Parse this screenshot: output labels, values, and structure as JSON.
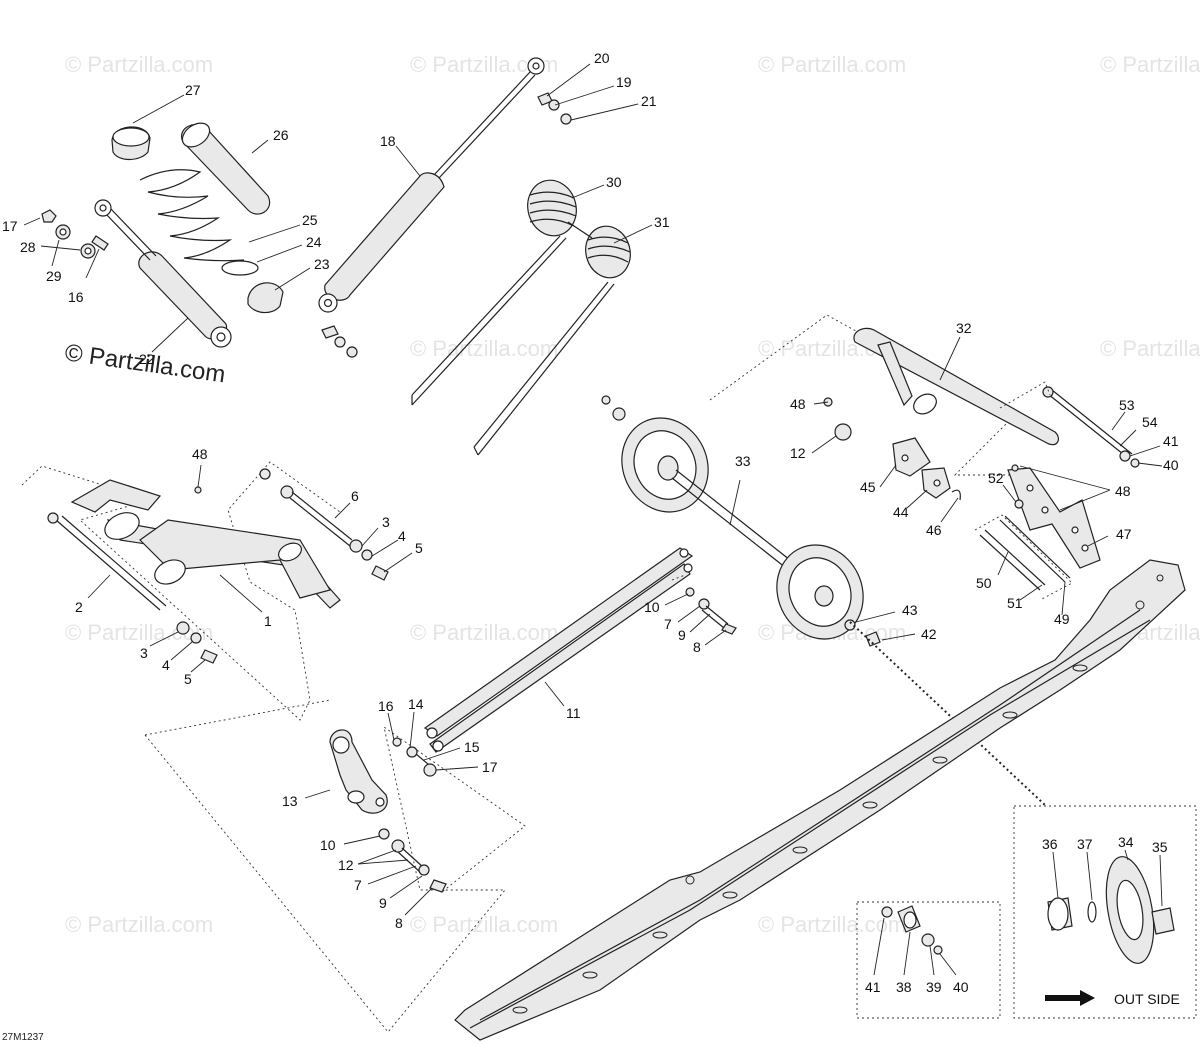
{
  "watermark": {
    "text": "© Partzilla.com",
    "main_text": "© Partzilla.com"
  },
  "drawing_code": "27M1237",
  "inset_caption": "OUT SIDE",
  "callouts": [
    {
      "id": "c27",
      "label": "27"
    },
    {
      "id": "c26",
      "label": "26"
    },
    {
      "id": "c25",
      "label": "25"
    },
    {
      "id": "c24",
      "label": "24"
    },
    {
      "id": "c23",
      "label": "23"
    },
    {
      "id": "c22",
      "label": "22"
    },
    {
      "id": "c17a",
      "label": "17"
    },
    {
      "id": "c28",
      "label": "28"
    },
    {
      "id": "c29",
      "label": "29"
    },
    {
      "id": "c16a",
      "label": "16"
    },
    {
      "id": "c18",
      "label": "18"
    },
    {
      "id": "c20",
      "label": "20"
    },
    {
      "id": "c19",
      "label": "19"
    },
    {
      "id": "c21",
      "label": "21"
    },
    {
      "id": "c30",
      "label": "30"
    },
    {
      "id": "c31",
      "label": "31"
    },
    {
      "id": "c32",
      "label": "32"
    },
    {
      "id": "c48a",
      "label": "48"
    },
    {
      "id": "c12a",
      "label": "12"
    },
    {
      "id": "c45",
      "label": "45"
    },
    {
      "id": "c44",
      "label": "44"
    },
    {
      "id": "c46",
      "label": "46"
    },
    {
      "id": "c53",
      "label": "53"
    },
    {
      "id": "c54",
      "label": "54"
    },
    {
      "id": "c41a",
      "label": "41"
    },
    {
      "id": "c40a",
      "label": "40"
    },
    {
      "id": "c52",
      "label": "52"
    },
    {
      "id": "c48b",
      "label": "48"
    },
    {
      "id": "c47",
      "label": "47"
    },
    {
      "id": "c50",
      "label": "50"
    },
    {
      "id": "c51",
      "label": "51"
    },
    {
      "id": "c49",
      "label": "49"
    },
    {
      "id": "c33",
      "label": "33"
    },
    {
      "id": "c43",
      "label": "43"
    },
    {
      "id": "c42",
      "label": "42"
    },
    {
      "id": "c48c",
      "label": "48"
    },
    {
      "id": "c6",
      "label": "6"
    },
    {
      "id": "c3a",
      "label": "3"
    },
    {
      "id": "c4a",
      "label": "4"
    },
    {
      "id": "c5a",
      "label": "5"
    },
    {
      "id": "c2",
      "label": "2"
    },
    {
      "id": "c1",
      "label": "1"
    },
    {
      "id": "c3b",
      "label": "3"
    },
    {
      "id": "c4b",
      "label": "4"
    },
    {
      "id": "c5b",
      "label": "5"
    },
    {
      "id": "c10a",
      "label": "10"
    },
    {
      "id": "c7a",
      "label": "7"
    },
    {
      "id": "c9a",
      "label": "9"
    },
    {
      "id": "c8a",
      "label": "8"
    },
    {
      "id": "c11",
      "label": "11"
    },
    {
      "id": "c16b",
      "label": "16"
    },
    {
      "id": "c14",
      "label": "14"
    },
    {
      "id": "c15",
      "label": "15"
    },
    {
      "id": "c17b",
      "label": "17"
    },
    {
      "id": "c13",
      "label": "13"
    },
    {
      "id": "c10b",
      "label": "10"
    },
    {
      "id": "c12b",
      "label": "12"
    },
    {
      "id": "c7b",
      "label": "7"
    },
    {
      "id": "c9b",
      "label": "9"
    },
    {
      "id": "c8b",
      "label": "8"
    },
    {
      "id": "c36",
      "label": "36"
    },
    {
      "id": "c37",
      "label": "37"
    },
    {
      "id": "c34",
      "label": "34"
    },
    {
      "id": "c35",
      "label": "35"
    },
    {
      "id": "c41b",
      "label": "41"
    },
    {
      "id": "c38",
      "label": "38"
    },
    {
      "id": "c39",
      "label": "39"
    },
    {
      "id": "c40b",
      "label": "40"
    }
  ]
}
